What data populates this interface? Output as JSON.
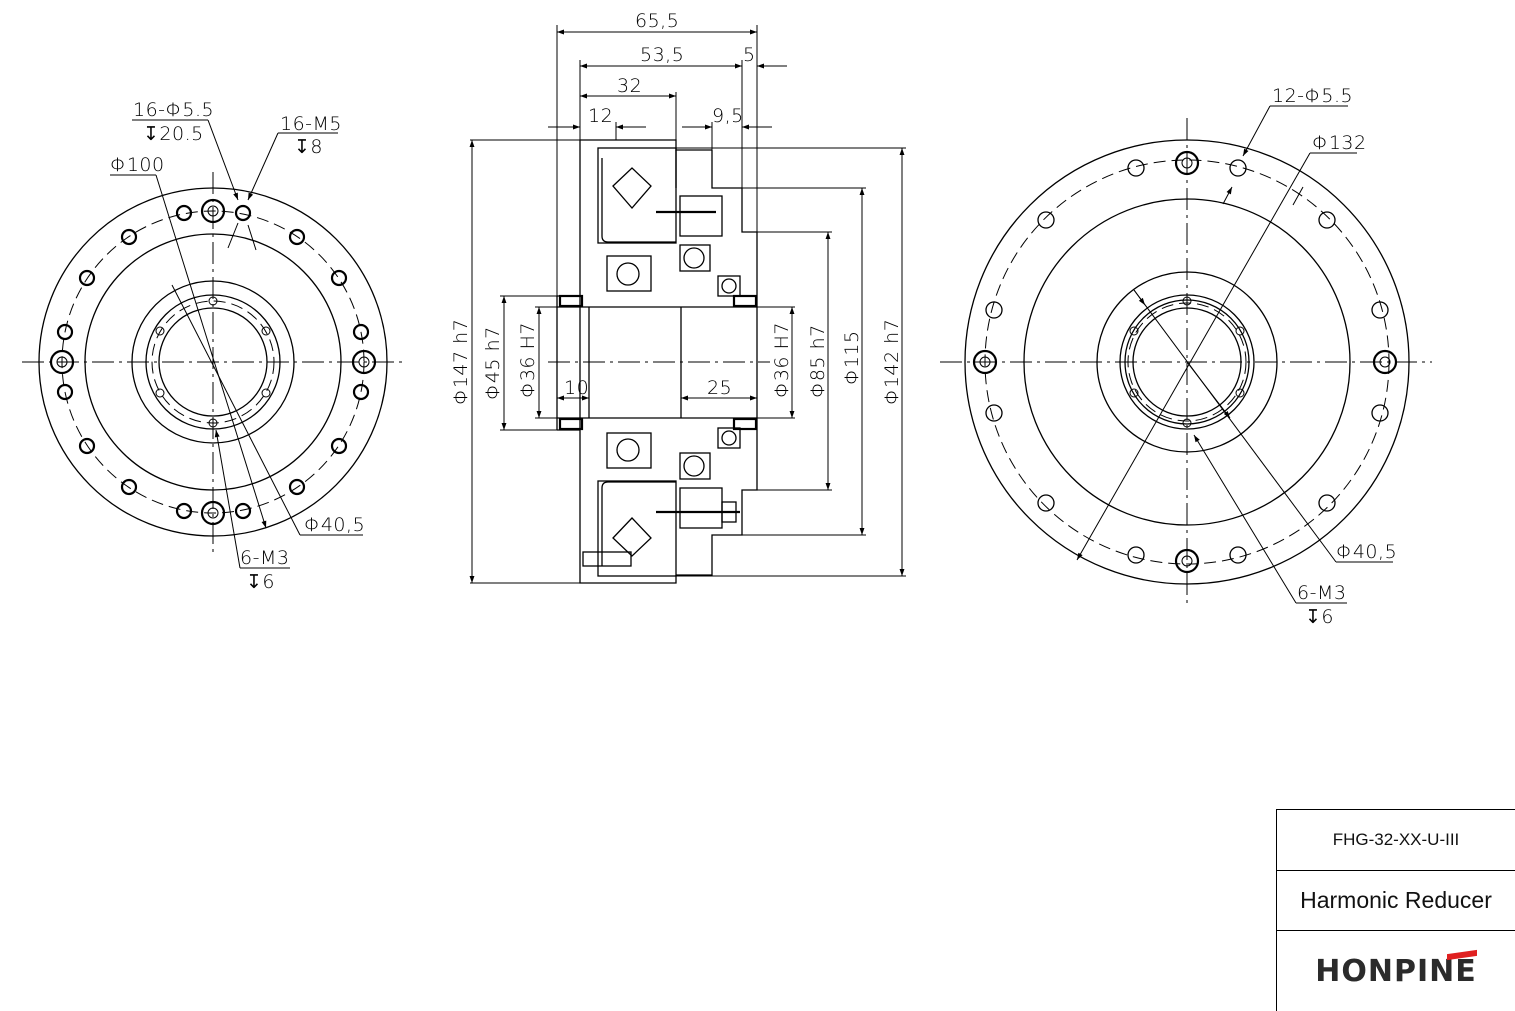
{
  "title_block": {
    "model": "FHG-32-XX-U-III",
    "product_name": "Harmonic Reducer",
    "brand": "HONPINE",
    "brand_accent_color": "#e02020",
    "brand_text_color": "#2b2b2b"
  },
  "left_view": {
    "callouts": {
      "through_holes": "16-Φ5.5",
      "through_holes_depth": "↧20.5",
      "tapped_holes": "16-M5",
      "tapped_holes_depth": "↧8",
      "bolt_circle": "Φ100",
      "inner_diameter": "Φ40,5",
      "inner_tapped": "6-M3",
      "inner_tapped_depth": "↧6"
    }
  },
  "section_view": {
    "horizontal_dims": {
      "overall_length": "65,5",
      "body_length": "53,5",
      "flange_offset": "5",
      "partial_length": "32",
      "left_step": "12",
      "right_step": "9,5",
      "bore_left_depth": "10",
      "bore_right_depth": "25"
    },
    "vertical_dims": {
      "outer_diameter_left": "Φ147 h7",
      "hub_diameter": "Φ45 h7",
      "bore_left": "Φ36 H7",
      "bore_right": "Φ36 H7",
      "spigot_diameter": "Φ85 h7",
      "pitch_diameter": "Φ115",
      "outer_diameter_right": "Φ142 h7"
    }
  },
  "right_view": {
    "callouts": {
      "mount_holes": "12-Φ5.5",
      "bolt_circle": "Φ132",
      "inner_diameter": "Φ40,5",
      "inner_tapped": "6-M3",
      "inner_tapped_depth": "↧6"
    }
  }
}
